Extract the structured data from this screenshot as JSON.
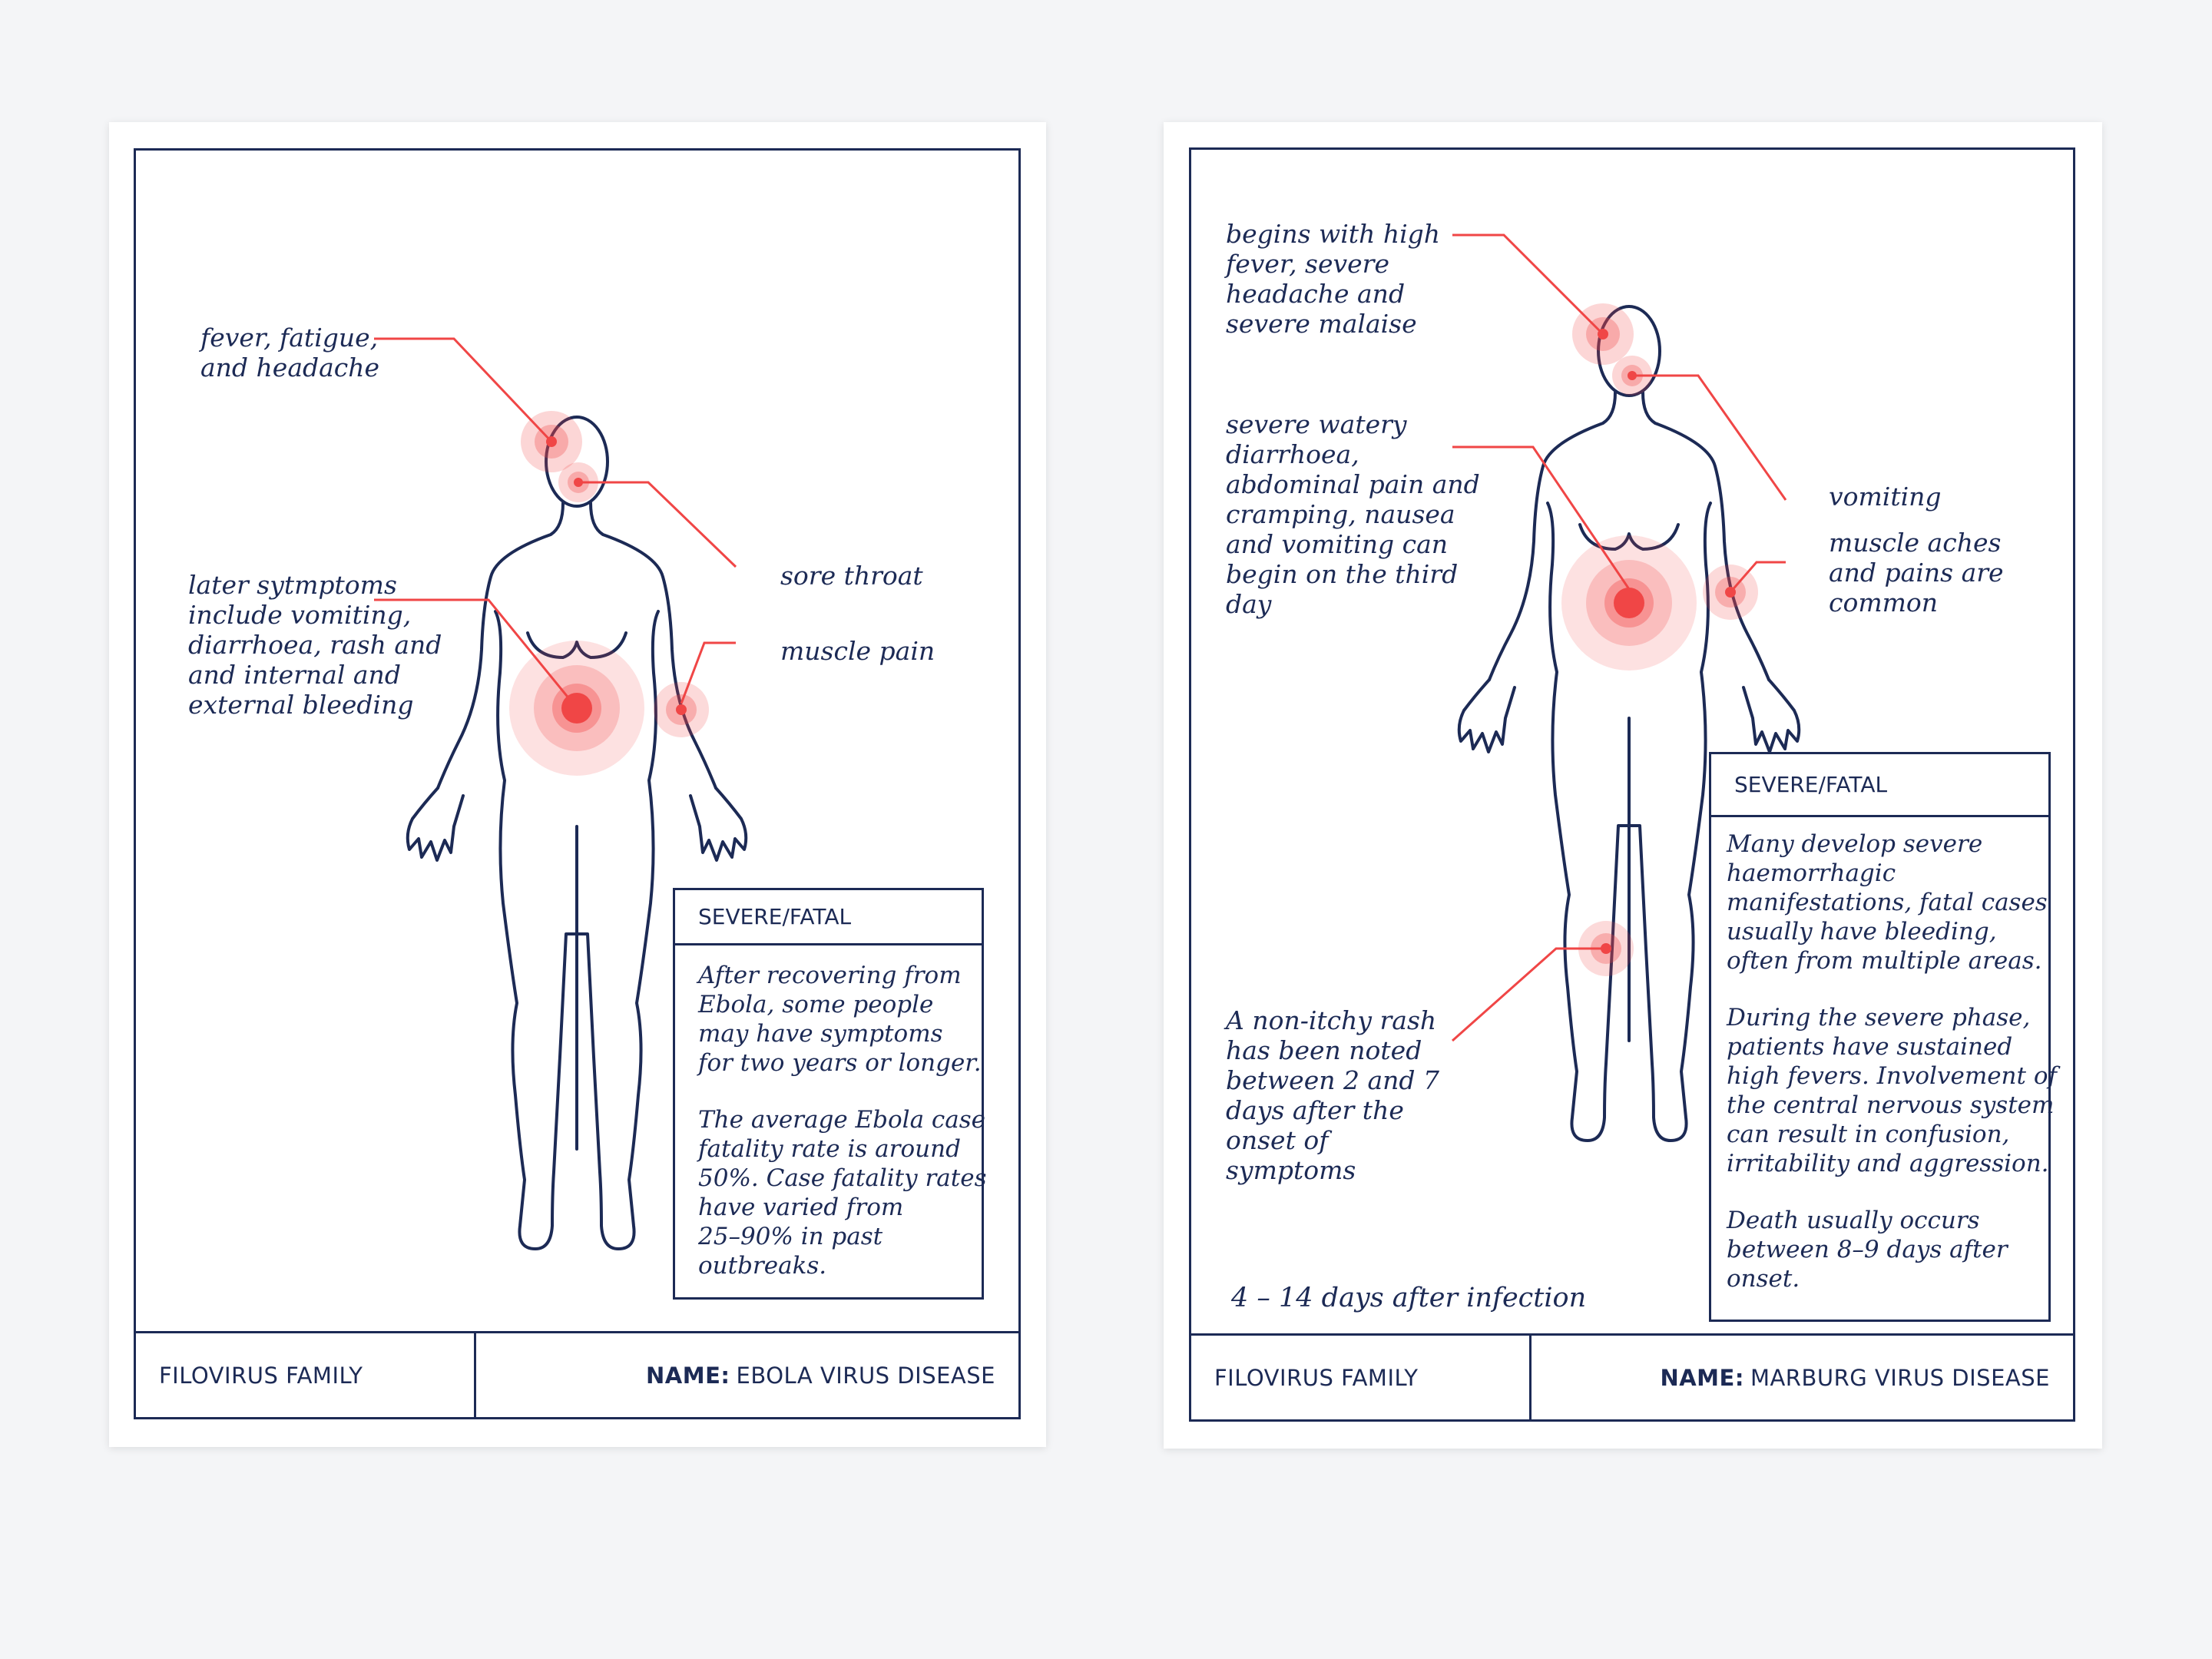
{
  "cards": [
    {
      "family": "FILOVIRUS FAMILY",
      "name_key": "NAME:",
      "name_value": "EBOLA VIRUS DISEASE",
      "labels": {
        "fever": "fever, fatigue,\nand headache",
        "sore_throat": "sore throat",
        "later": "later sytmptoms\ninclude vomiting,\ndiarrhoea, rash and\nand internal and\nexternal bleeding",
        "muscle": "muscle pain"
      },
      "box": {
        "heading": "SEVERE/FATAL",
        "para1": "After recovering from\nEbola, some people\nmay have symptoms\nfor two years or longer.",
        "para2": "The average Ebola case\nfatality rate is around\n50%. Case fatality rates\nhave varied from\n25–90% in past\noutbreaks."
      }
    },
    {
      "family": "FILOVIRUS FAMILY",
      "name_key": "NAME:",
      "name_value": "MARBURG VIRUS DISEASE",
      "labels": {
        "fever": "begins with high\nfever, severe\nheadache and\nsevere malaise",
        "diarrhoea": "severe watery\ndiarrhoea,\nabdominal pain and\ncramping, nausea\nand vomiting can\nbegin on the third\nday",
        "vomiting": "vomiting",
        "muscle": "muscle aches\nand pains are\ncommon",
        "rash": "A non-itchy rash\nhas been noted\nbetween 2 and 7\ndays after the\nonset of\nsymptoms",
        "timing": "4 – 14 days after infection"
      },
      "box": {
        "heading": "SEVERE/FATAL",
        "para1": "Many develop severe\nhaemorrhagic\nmanifestations, fatal cases\nusually have bleeding,\noften from multiple areas.",
        "para2": "During the severe phase,\npatients have sustained\nhigh fevers. Involvement of\nthe central nervous system\ncan result in confusion,\nirritability and aggression.",
        "para3": "Death usually occurs\nbetween 8–9 days after\nonset."
      }
    }
  ],
  "colors": {
    "navy": "#1c2a55",
    "accent": "#f04646",
    "background": "#f4f5f7"
  }
}
